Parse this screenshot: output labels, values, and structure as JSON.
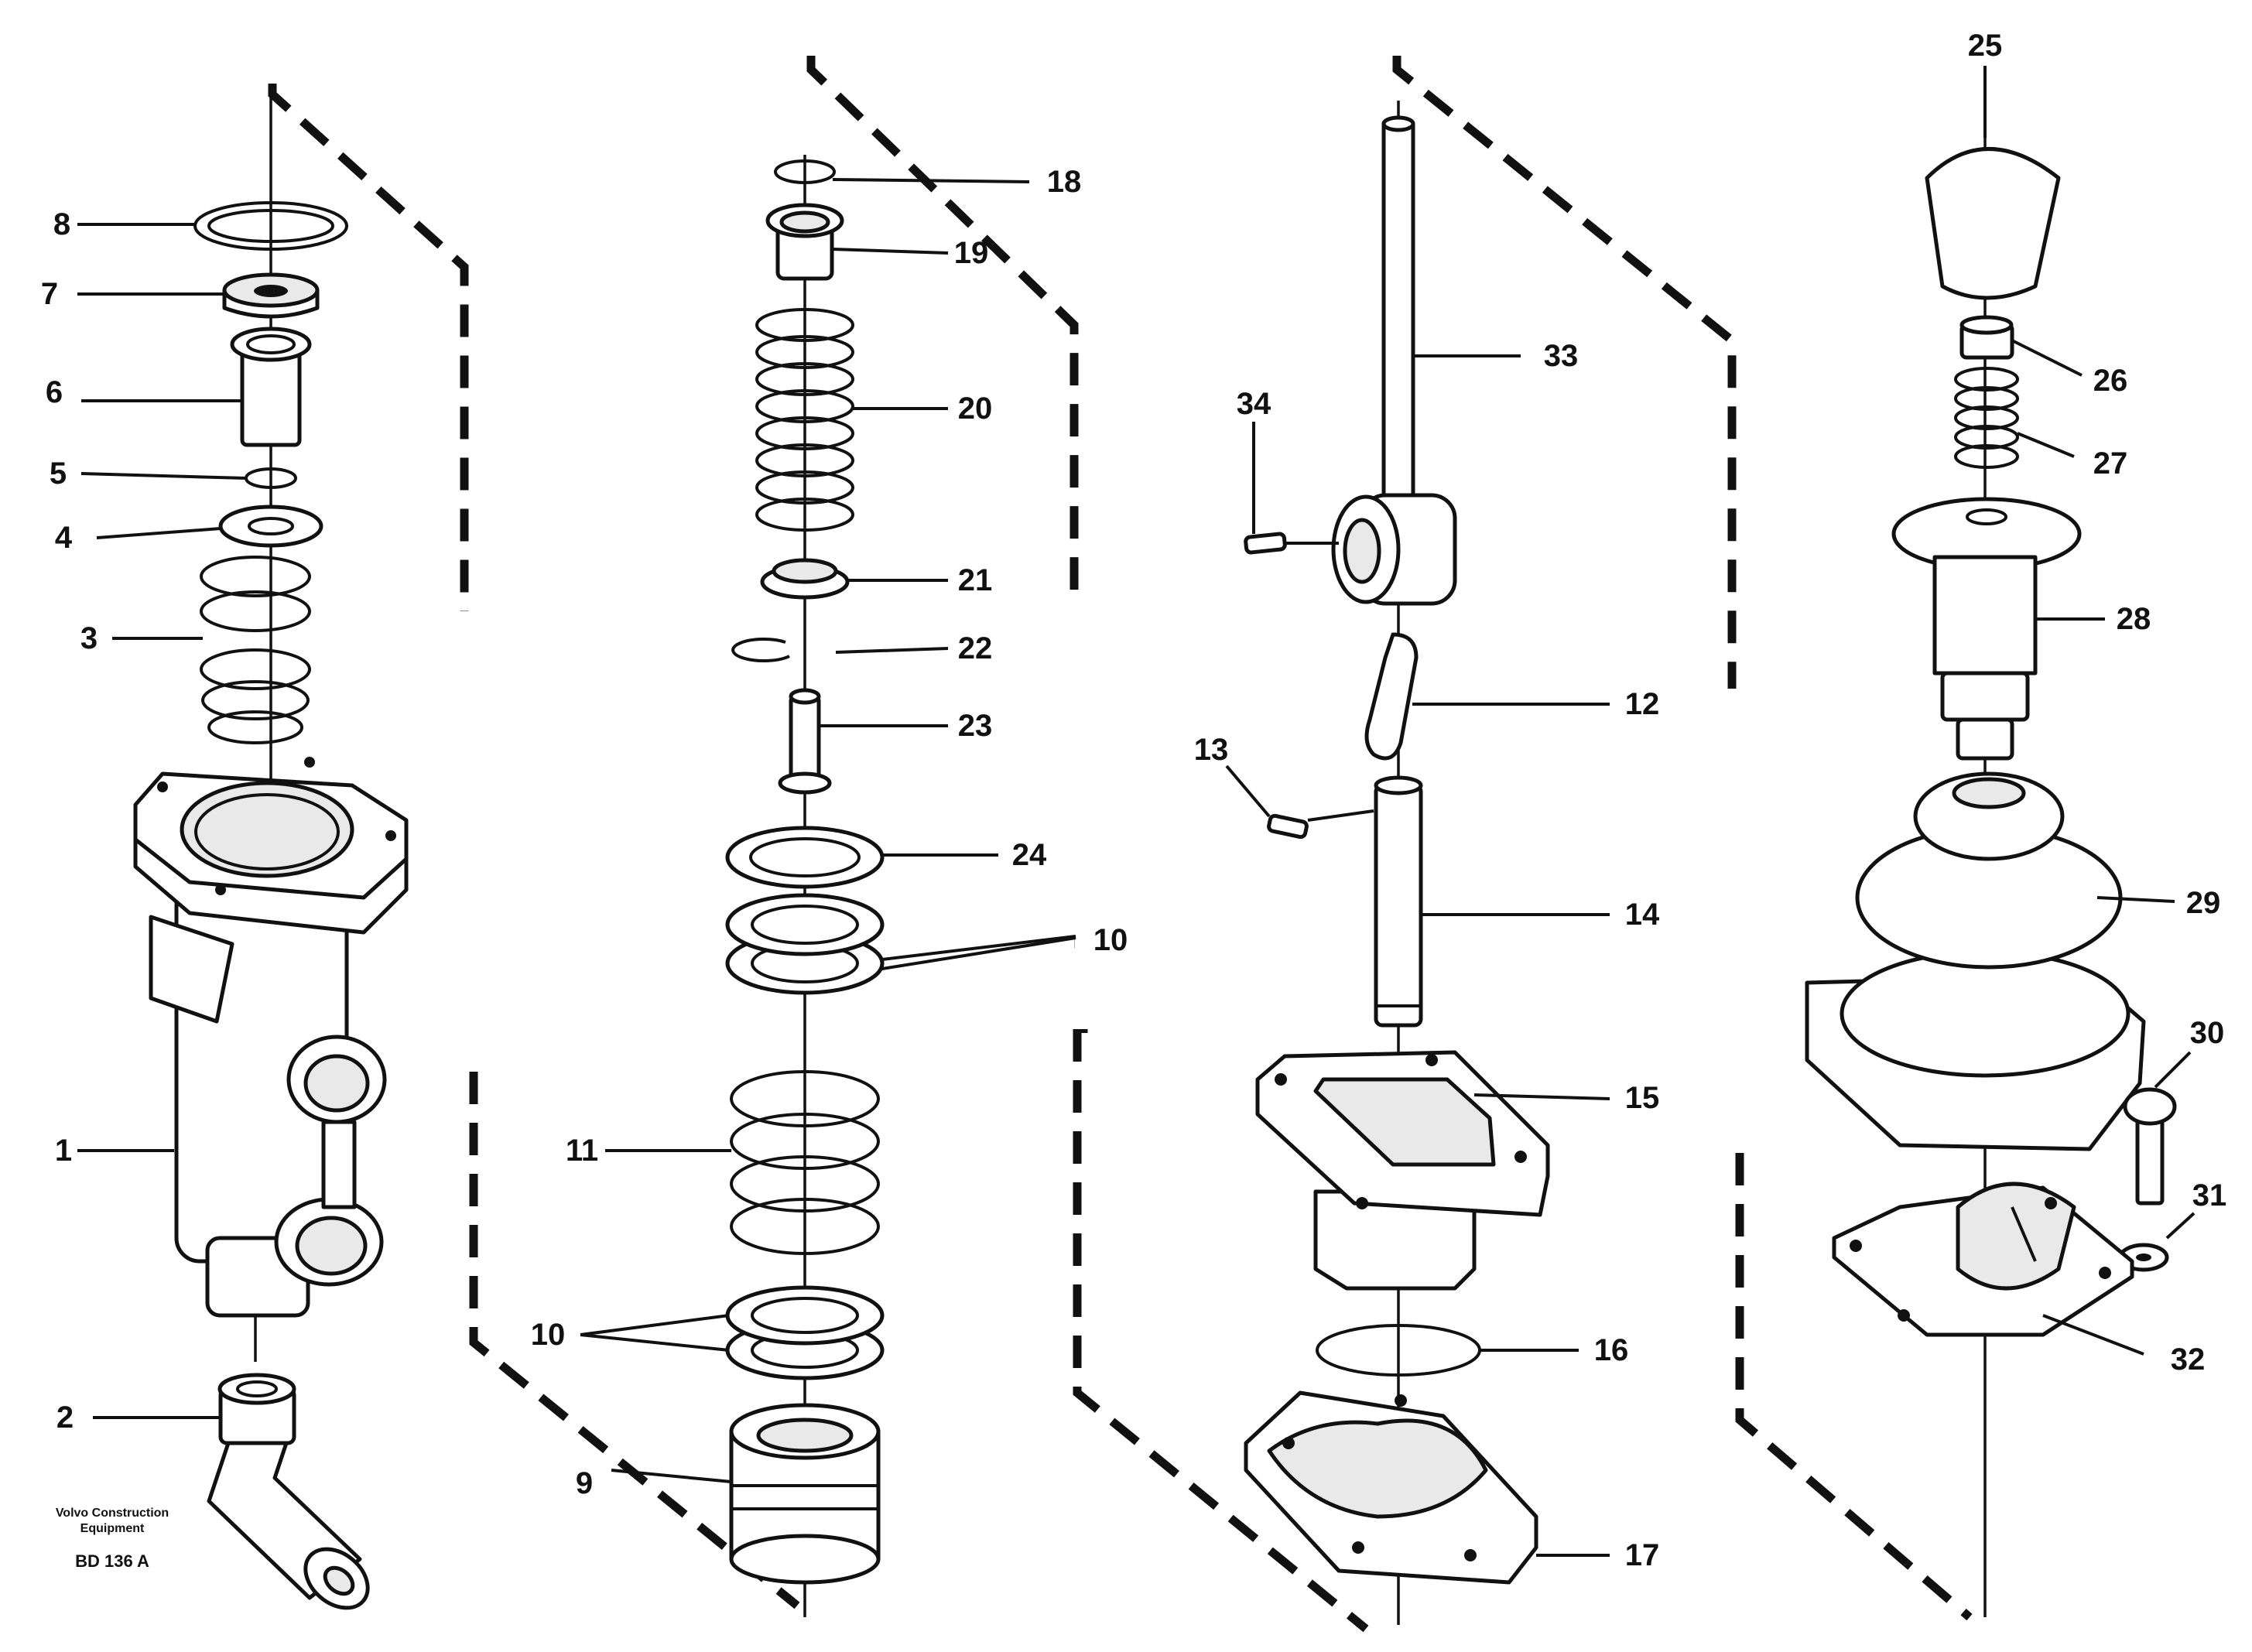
{
  "callouts": [
    {
      "num": "1"
    },
    {
      "num": "2"
    },
    {
      "num": "3"
    },
    {
      "num": "4"
    },
    {
      "num": "5"
    },
    {
      "num": "6"
    },
    {
      "num": "7"
    },
    {
      "num": "8"
    },
    {
      "num": "9"
    },
    {
      "num": "10"
    },
    {
      "num": "10"
    },
    {
      "num": "11"
    },
    {
      "num": "12"
    },
    {
      "num": "13"
    },
    {
      "num": "14"
    },
    {
      "num": "15"
    },
    {
      "num": "16"
    },
    {
      "num": "17"
    },
    {
      "num": "18"
    },
    {
      "num": "19"
    },
    {
      "num": "20"
    },
    {
      "num": "21"
    },
    {
      "num": "22"
    },
    {
      "num": "23"
    },
    {
      "num": "24"
    },
    {
      "num": "25"
    },
    {
      "num": "26"
    },
    {
      "num": "27"
    },
    {
      "num": "28"
    },
    {
      "num": "29"
    },
    {
      "num": "30"
    },
    {
      "num": "31"
    },
    {
      "num": "32"
    },
    {
      "num": "33"
    },
    {
      "num": "34"
    }
  ],
  "footer": {
    "brand_line1": "Volvo Construction",
    "brand_line2": "Equipment",
    "code": "BD 136 A"
  }
}
